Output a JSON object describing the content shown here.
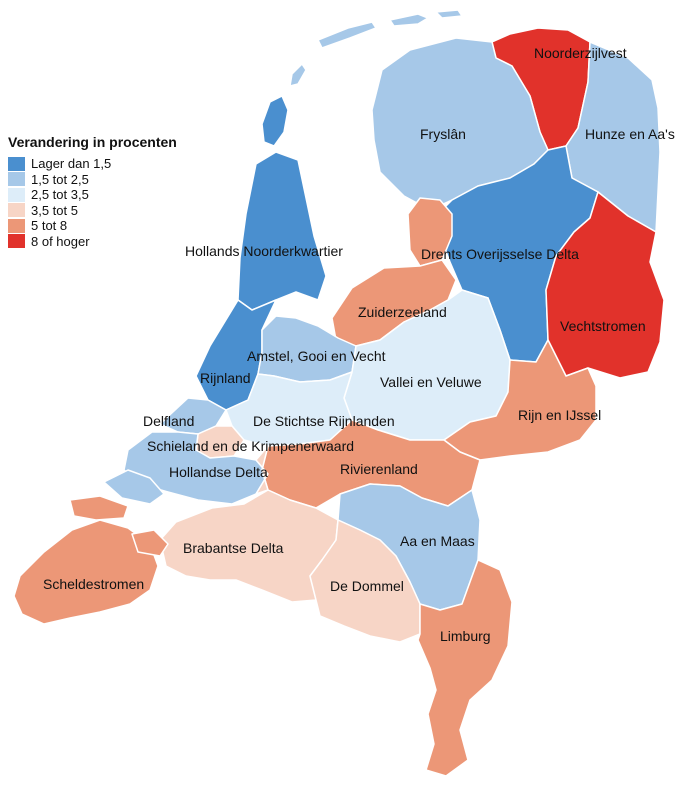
{
  "legend": {
    "title": "Verandering in procenten",
    "items": [
      {
        "label": "Lager dan 1,5",
        "color": "#4a8fcf"
      },
      {
        "label": "1,5 tot 2,5",
        "color": "#a6c8e8"
      },
      {
        "label": "2,5 tot 3,5",
        "color": "#ddedf9"
      },
      {
        "label": "3,5 tot 5",
        "color": "#f7d5c6"
      },
      {
        "label": "5 tot 8",
        "color": "#ec9777"
      },
      {
        "label": "8 of hoger",
        "color": "#e1322b"
      }
    ]
  },
  "regions": [
    {
      "name": "Noorderzijlvest",
      "class": "8 of hoger"
    },
    {
      "name": "Fryslân",
      "class": "1,5 tot 2,5"
    },
    {
      "name": "Hunze en Aa's",
      "class": "1,5 tot 2,5"
    },
    {
      "name": "Hollands Noorderkwartier",
      "class": "Lager dan 1,5"
    },
    {
      "name": "Drents Overijsselse Delta",
      "class": "Lager dan 1,5"
    },
    {
      "name": "Zuiderzeeland",
      "class": "5 tot 8"
    },
    {
      "name": "Vechtstromen",
      "class": "8 of hoger"
    },
    {
      "name": "Amstel, Gooi en Vecht",
      "class": "1,5 tot 2,5"
    },
    {
      "name": "Rijnland",
      "class": "Lager dan 1,5"
    },
    {
      "name": "Vallei en Veluwe",
      "class": "2,5 tot 3,5"
    },
    {
      "name": "Delfland",
      "class": "1,5 tot 2,5"
    },
    {
      "name": "De Stichtse Rijnlanden",
      "class": "2,5 tot 3,5"
    },
    {
      "name": "Rijn en IJssel",
      "class": "5 tot 8"
    },
    {
      "name": "Schieland en de Krimpenerwaard",
      "class": "1,5 tot 2,5"
    },
    {
      "name": "Hollandse Delta",
      "class": "1,5 tot 2,5"
    },
    {
      "name": "Rivierenland",
      "class": "5 tot 8"
    },
    {
      "name": "Aa en Maas",
      "class": "1,5 tot 2,5"
    },
    {
      "name": "Brabantse Delta",
      "class": "3,5 tot 5"
    },
    {
      "name": "Scheldestromen",
      "class": "5 tot 8"
    },
    {
      "name": "De Dommel",
      "class": "3,5 tot 5"
    },
    {
      "name": "Limburg",
      "class": "5 tot 8"
    }
  ]
}
